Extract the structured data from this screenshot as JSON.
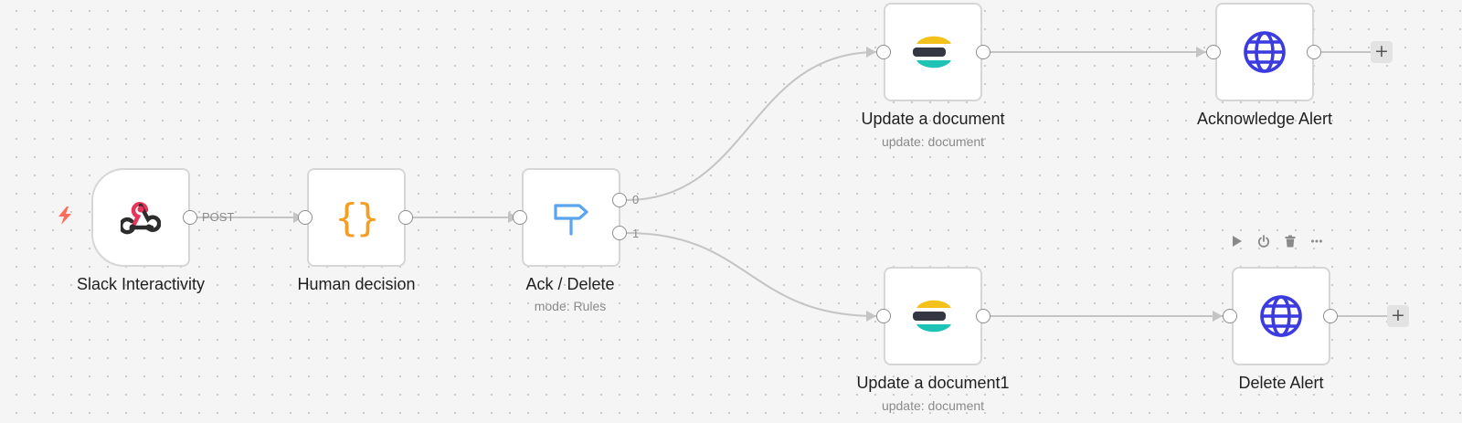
{
  "canvas": {
    "background": "#f5f5f5",
    "edge_color": "#c4c4c4"
  },
  "nodes": {
    "slack_interactivity": {
      "label": "Slack Interactivity",
      "icon": "webhook-icon",
      "trigger_icon": "lightning-bolt-icon"
    },
    "human_decision": {
      "label": "Human decision",
      "icon": "curly-braces-icon",
      "icon_glyph": "{}",
      "icon_color": "#f59e24"
    },
    "ack_delete": {
      "label": "Ack / Delete",
      "sublabel": "mode: Rules",
      "icon": "signpost-icon",
      "icon_color": "#5ba4ee"
    },
    "update_document": {
      "label": "Update a document",
      "sublabel": "update: document",
      "icon": "elasticsearch-icon"
    },
    "acknowledge_alert": {
      "label": "Acknowledge Alert",
      "icon": "globe-icon",
      "icon_color": "#3b3bdf"
    },
    "update_document1": {
      "label": "Update a document1",
      "sublabel": "update: document",
      "icon": "elasticsearch-icon"
    },
    "delete_alert": {
      "label": "Delete Alert",
      "icon": "globe-icon",
      "icon_color": "#3b3bdf"
    }
  },
  "edge_labels": {
    "post": "POST",
    "output_0": "0",
    "output_1": "1"
  },
  "add_button": {
    "label": "+"
  },
  "node_toolbar": [
    "play-icon",
    "power-icon",
    "trash-icon",
    "more-icon"
  ],
  "brand_colors": {
    "elastic_yellow": "#f4c01a",
    "elastic_dark": "#343741",
    "elastic_teal": "#1dc4b6",
    "webhook_red": "#e8335a"
  }
}
